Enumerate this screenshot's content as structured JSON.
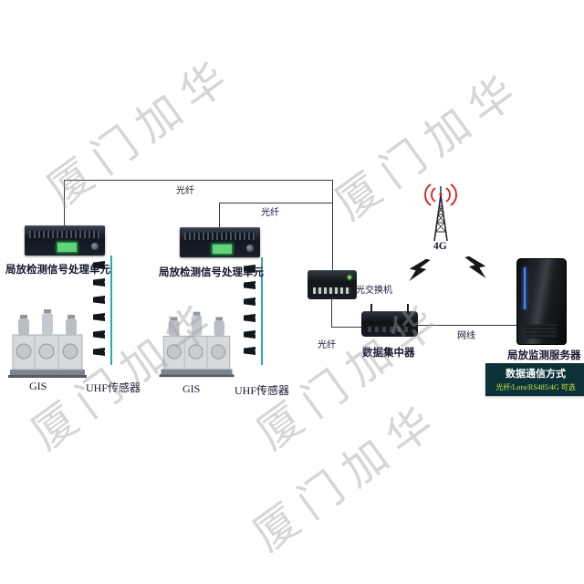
{
  "watermark_text": "厦门加华",
  "nodes": {
    "unit1_label": "局放检测信号处理单元",
    "unit2_label": "局放检测信号处理单元",
    "gis1_label": "GIS",
    "gis2_label": "GIS",
    "uhf1_label": "UHF传感器",
    "uhf2_label": "UHF传感器",
    "switch_label": "光交换机",
    "concentrator_label": "数据集中器",
    "tower_label": "4G",
    "server_label": "局放监测服务器"
  },
  "links": {
    "fiber1": "光纤",
    "fiber2": "光纤",
    "fiber3": "光纤",
    "ethernet": "网线"
  },
  "note": {
    "title": "数据通信方式",
    "body": "光纤/Lora/RS485/4G 可选"
  },
  "colors": {
    "sensor_bus": "#2ba7bc",
    "wave_red": "#e11d1d",
    "note_bg": "#0c3137",
    "note_body_text": "#cfe84f",
    "line": "#3a3a3a",
    "server_led": "#3f8cff"
  }
}
